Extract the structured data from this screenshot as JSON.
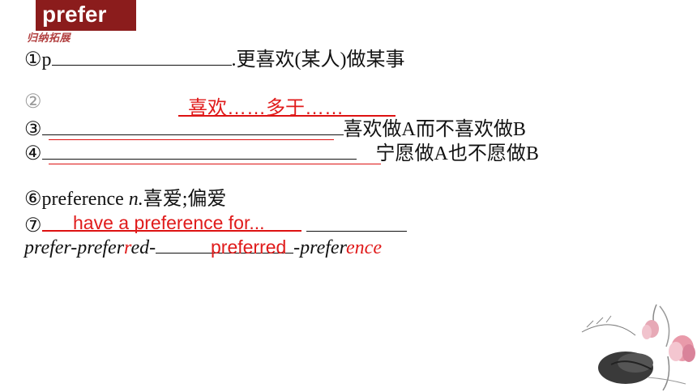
{
  "header": {
    "title": "prefer",
    "subtitle": "归纳拓展"
  },
  "items": {
    "item1": {
      "number": "①",
      "lead": "p",
      "tail": ".更喜欢(某人)做某事"
    },
    "item2": {
      "number": "②",
      "answer": "喜欢……多于……"
    },
    "item3": {
      "number": "③",
      "tail": "喜欢做A而不喜欢做B"
    },
    "item4": {
      "number": "④",
      "tail": "宁愿做A也不愿做B"
    },
    "item6": {
      "number": "⑥",
      "word": "preference",
      "pos": "n.",
      "meaning": "喜爱;偏爱"
    },
    "item7": {
      "number": "⑦",
      "answer": "have a preference for..."
    },
    "forms": {
      "prefix": "prefer-prefer",
      "r": "r",
      "suffix1": "ed-",
      "answer": "preferred",
      "dash": "-prefer",
      "ence": "ence"
    }
  },
  "colors": {
    "accent": "#8b1c1c",
    "answer": "#e01b1b"
  },
  "decoration": {
    "icon": "lotus-painting-icon"
  }
}
